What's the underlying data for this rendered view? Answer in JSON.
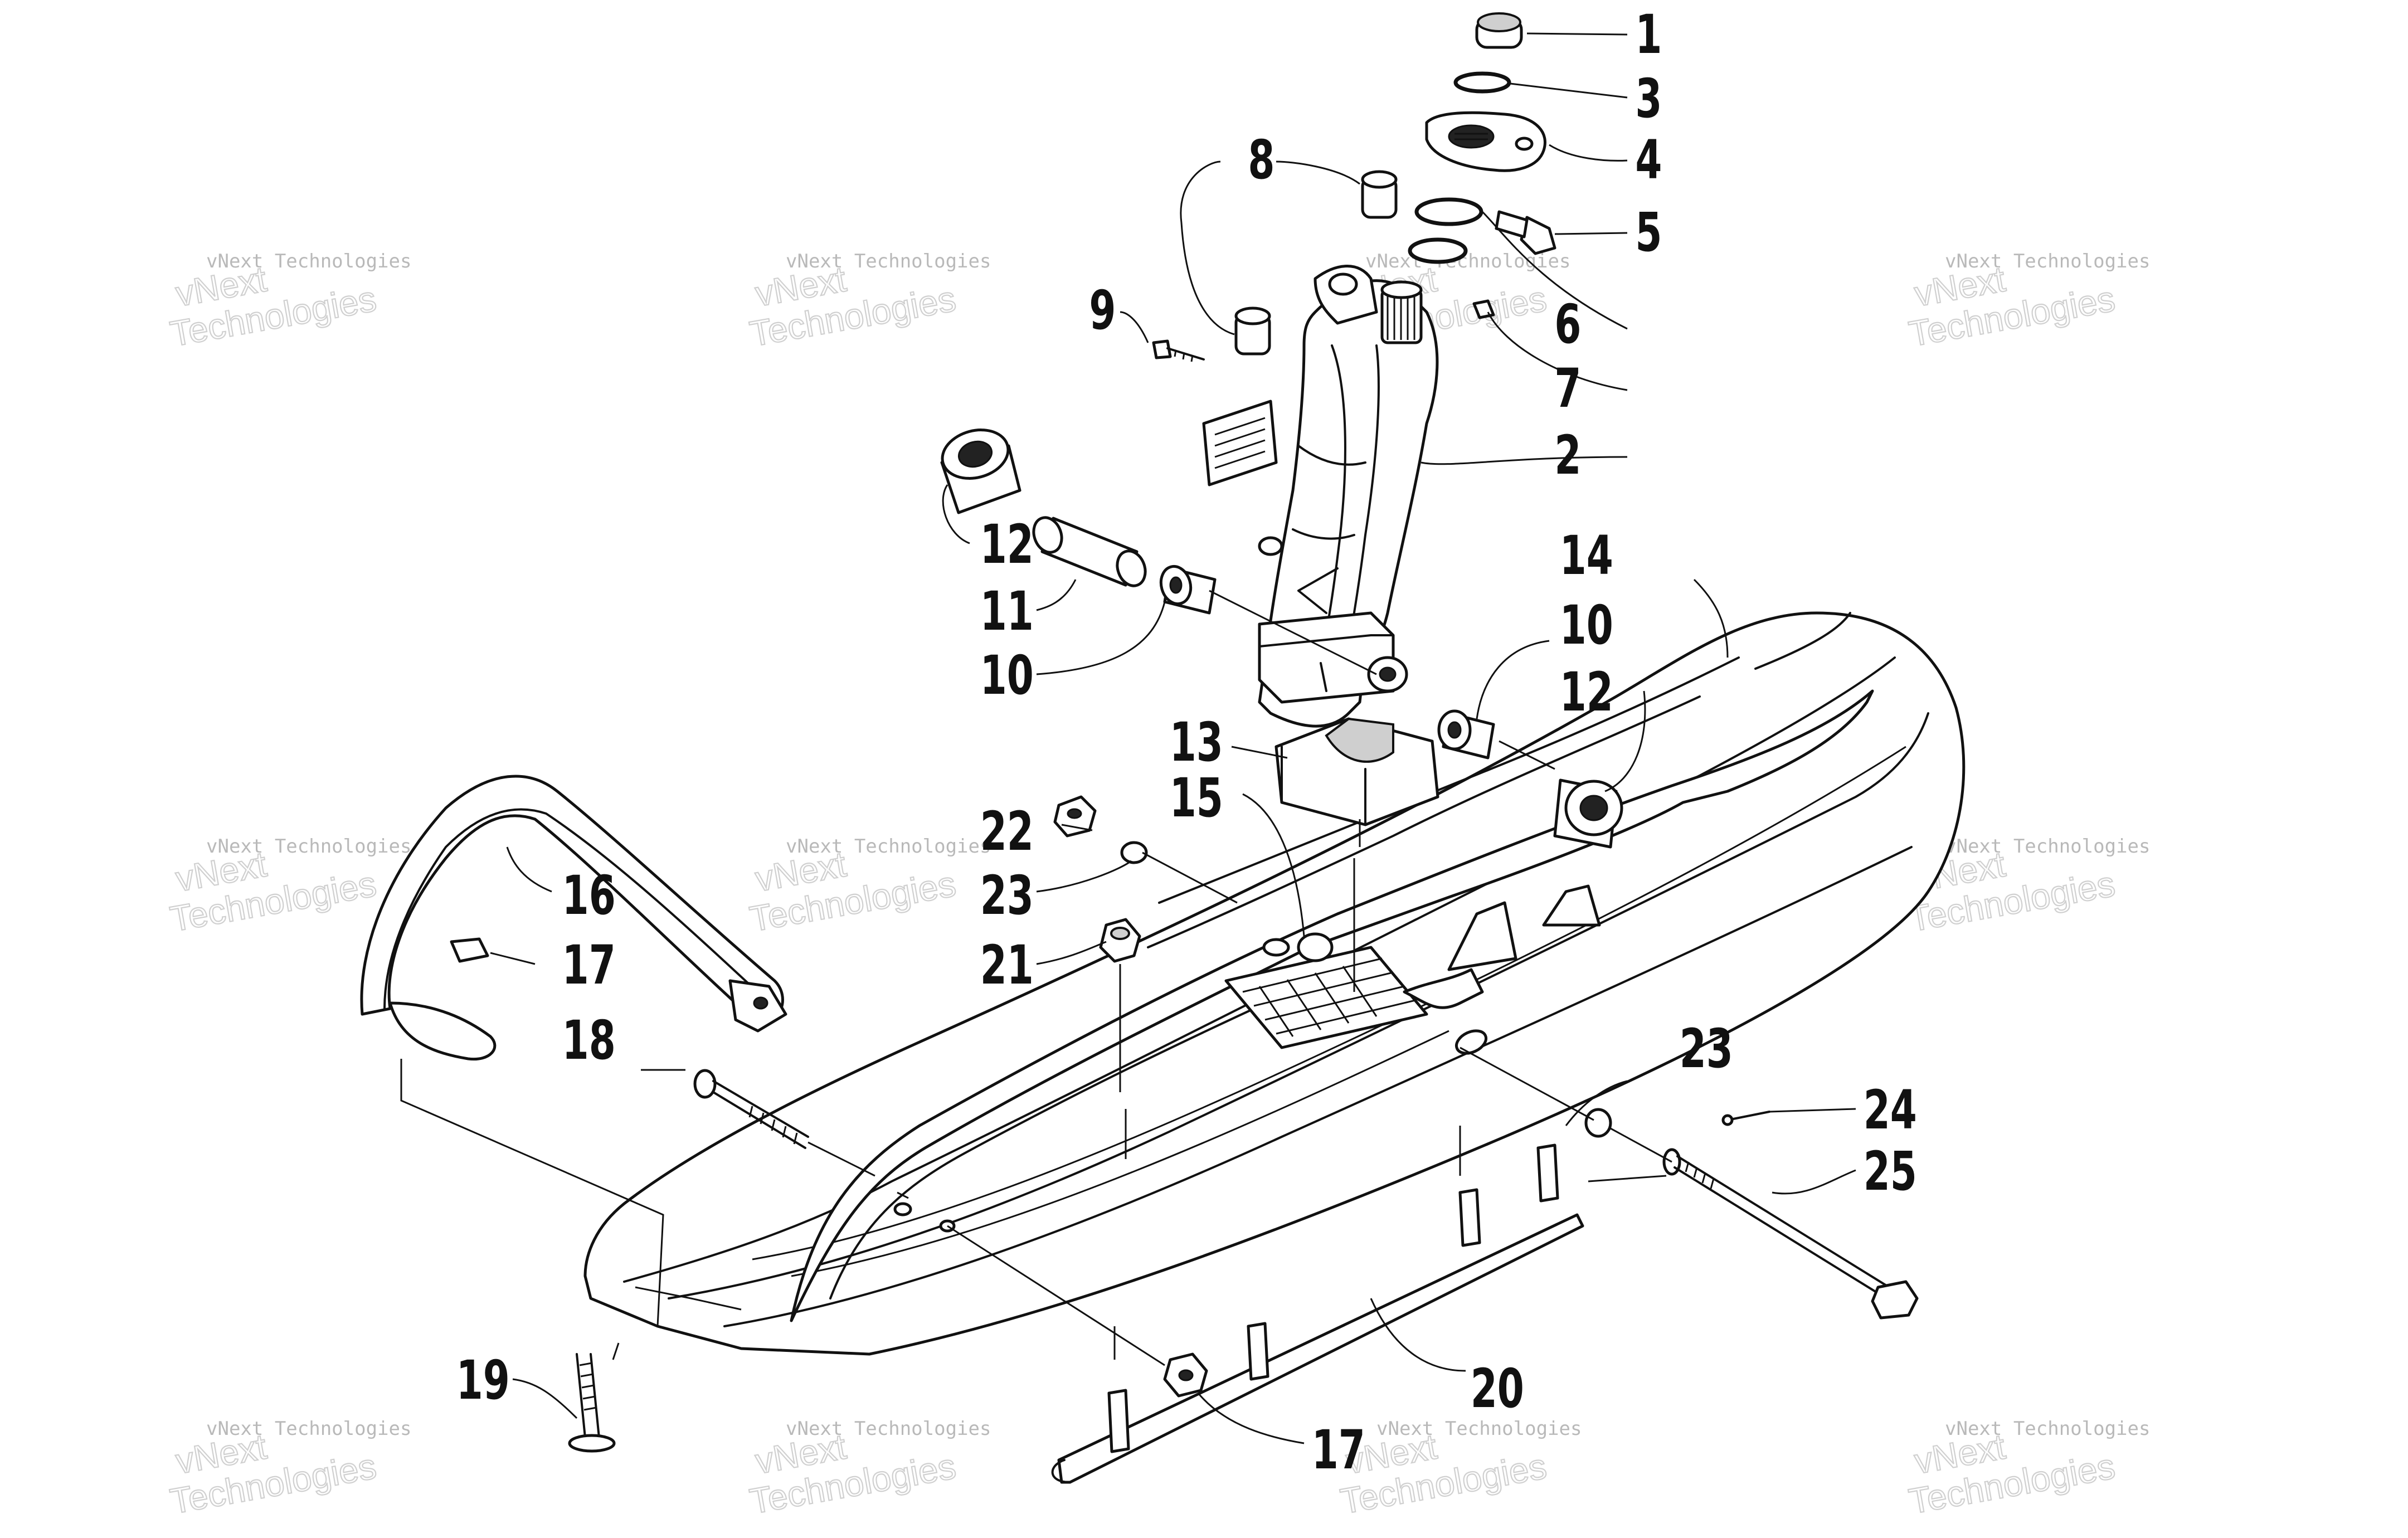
{
  "watermark": {
    "line1": "vNext Technologies",
    "line2a": "vNext",
    "line2b": "Technologies"
  },
  "callouts": [
    {
      "id": "c1",
      "label": "1"
    },
    {
      "id": "c3",
      "label": "3"
    },
    {
      "id": "c4",
      "label": "4"
    },
    {
      "id": "c5",
      "label": "5"
    },
    {
      "id": "c8",
      "label": "8"
    },
    {
      "id": "c9",
      "label": "9"
    },
    {
      "id": "c6",
      "label": "6"
    },
    {
      "id": "c7",
      "label": "7"
    },
    {
      "id": "c2",
      "label": "2"
    },
    {
      "id": "c12a",
      "label": "12"
    },
    {
      "id": "c11",
      "label": "11"
    },
    {
      "id": "c10a",
      "label": "10"
    },
    {
      "id": "c14",
      "label": "14"
    },
    {
      "id": "c10b",
      "label": "10"
    },
    {
      "id": "c12b",
      "label": "12"
    },
    {
      "id": "c13",
      "label": "13"
    },
    {
      "id": "c15",
      "label": "15"
    },
    {
      "id": "c22",
      "label": "22"
    },
    {
      "id": "c23a",
      "label": "23"
    },
    {
      "id": "c16",
      "label": "16"
    },
    {
      "id": "c17a",
      "label": "17"
    },
    {
      "id": "c21",
      "label": "21"
    },
    {
      "id": "c18",
      "label": "18"
    },
    {
      "id": "c23b",
      "label": "23"
    },
    {
      "id": "c24",
      "label": "24"
    },
    {
      "id": "c25",
      "label": "25"
    },
    {
      "id": "c19",
      "label": "19"
    },
    {
      "id": "c20",
      "label": "20"
    },
    {
      "id": "c17b",
      "label": "17"
    }
  ]
}
